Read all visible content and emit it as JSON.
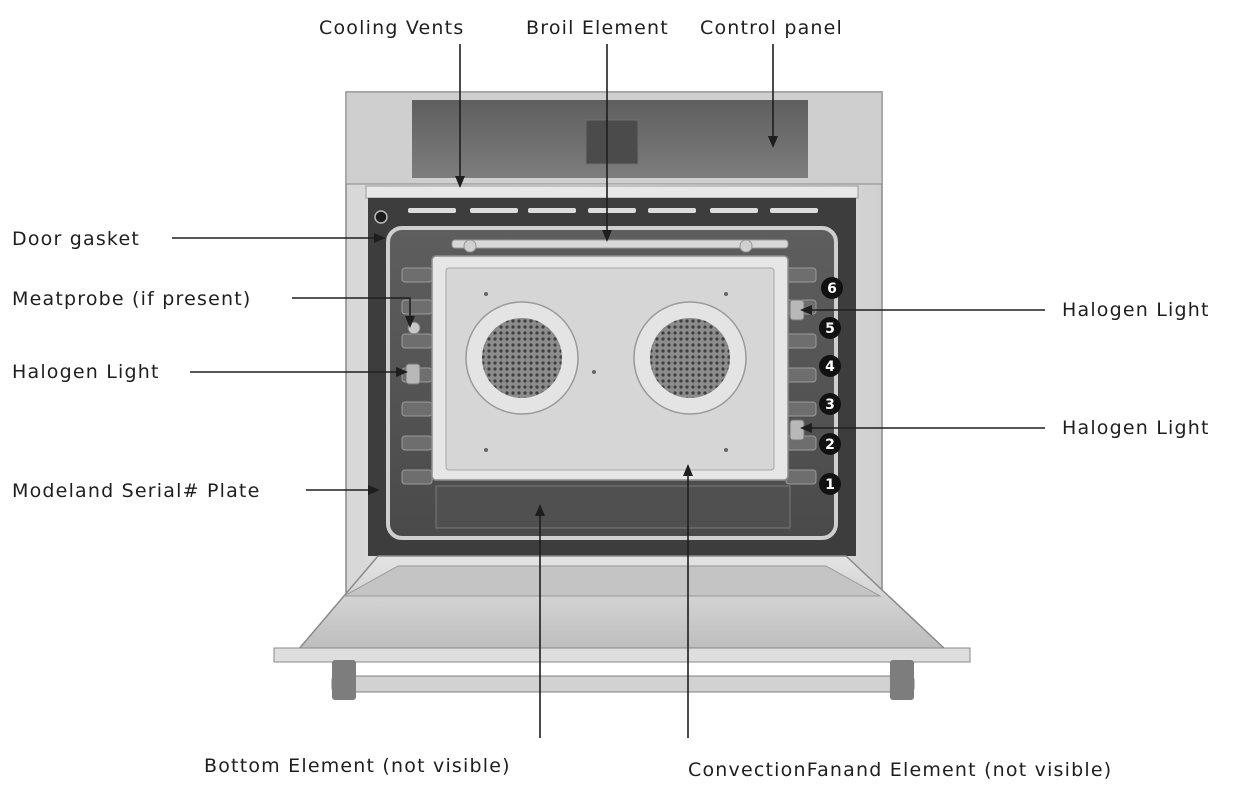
{
  "labels": {
    "cooling_vents": "Cooling Vents",
    "broil_element": "Broil Element",
    "control_panel": "Control panel",
    "door_gasket": "Door gasket",
    "meatprobe": "Meatprobe (if present)",
    "halogen_light_left": "Halogen Light",
    "model_serial_plate": "Modeland Serial# Plate",
    "halogen_light_right_top": "Halogen Light",
    "halogen_light_right_bottom": "Halogen Light",
    "bottom_element": "Bottom Element (not visible)",
    "convection_fan": "ConvectionFanand Element (not visible)"
  },
  "rack_positions": [
    "6",
    "5",
    "4",
    "3",
    "2",
    "1"
  ]
}
